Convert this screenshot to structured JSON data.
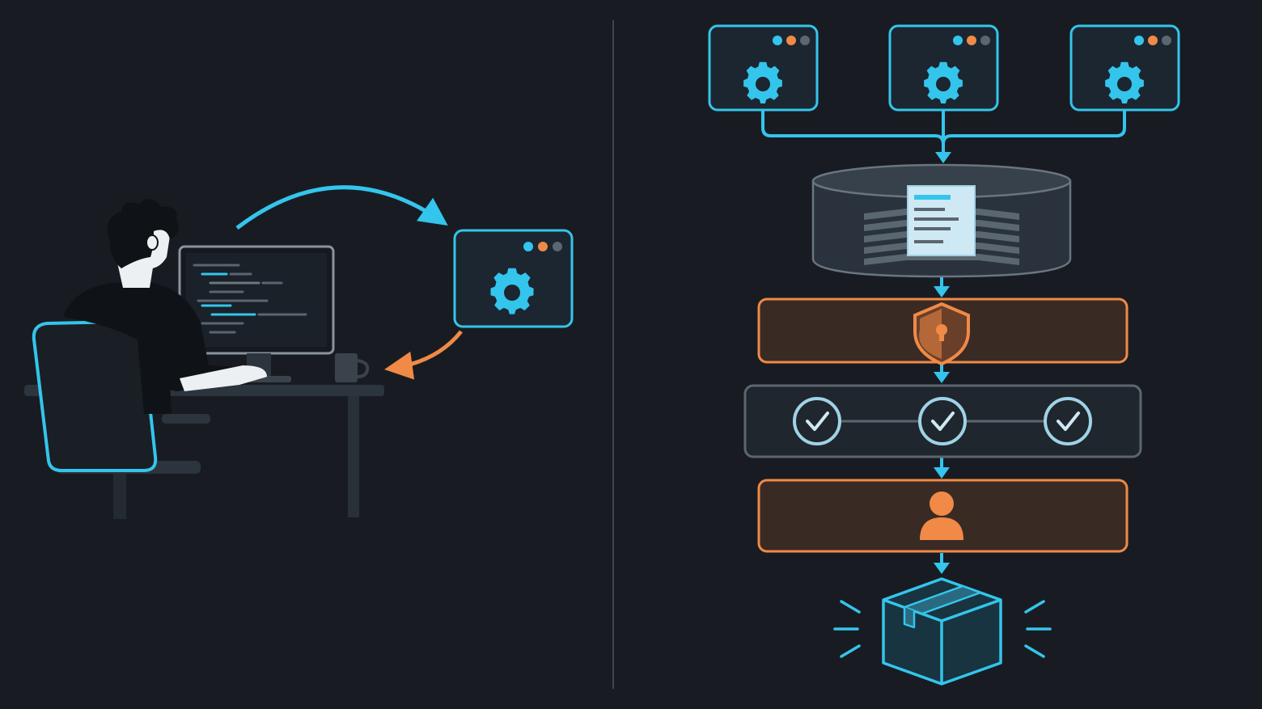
{
  "colors": {
    "background": "#181c22",
    "cyan": "#34c5ec",
    "orange": "#f08a46",
    "grey": "#5c6670",
    "panel": "#1b2631",
    "orange_fill": "#3a2a24"
  },
  "left_scene": {
    "person": "developer-at-computer",
    "monitor": "code-editor",
    "agent_window": {
      "icon": "gear-icon",
      "dots": [
        "cyan",
        "orange",
        "grey"
      ]
    },
    "arrow_out": "cyan",
    "arrow_back": "orange"
  },
  "right_pipeline": {
    "agents": [
      {
        "icon": "gear-icon",
        "dots": [
          "cyan",
          "orange",
          "grey"
        ]
      },
      {
        "icon": "gear-icon",
        "dots": [
          "cyan",
          "orange",
          "grey"
        ]
      },
      {
        "icon": "gear-icon",
        "dots": [
          "cyan",
          "orange",
          "grey"
        ]
      }
    ],
    "stages": [
      {
        "icon": "document-stack-icon",
        "kind": "database"
      },
      {
        "icon": "shield-icon",
        "kind": "security"
      },
      {
        "icon": "check-icon",
        "kind": "checks",
        "count": 3
      },
      {
        "icon": "person-icon",
        "kind": "human-review"
      },
      {
        "icon": "package-icon",
        "kind": "release"
      }
    ]
  }
}
